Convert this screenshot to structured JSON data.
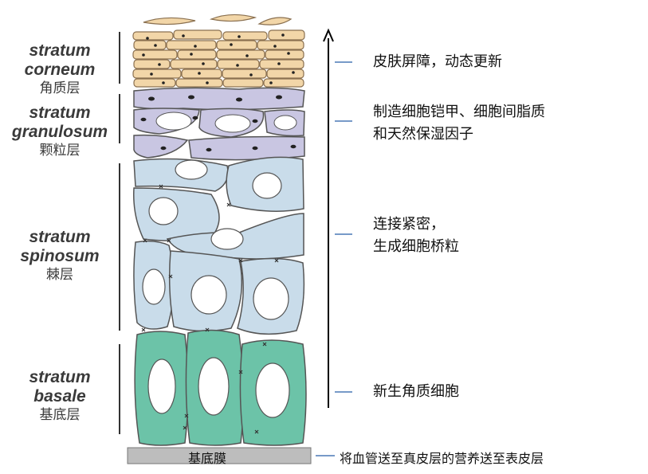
{
  "layers": [
    {
      "latin1": "stratum",
      "latin2": "corneum",
      "cn": "角质层",
      "desc": [
        "皮肤屏障，动态更新"
      ]
    },
    {
      "latin1": "stratum",
      "latin2": "granulosum",
      "cn": "颗粒层",
      "desc": [
        "制造细胞铠甲、细胞间脂质",
        "和天然保湿因子"
      ]
    },
    {
      "latin1": "stratum",
      "latin2": "spinosum",
      "cn": "棘层",
      "desc": [
        "连接紧密，",
        "生成细胞桥粒"
      ]
    },
    {
      "latin1": "stratum",
      "latin2": "basale",
      "cn": "基底层",
      "desc": [
        "新生角质细胞"
      ]
    }
  ],
  "basement_membrane": {
    "label": "基底膜",
    "desc": "将血管送至真皮层的营养送至表皮层"
  },
  "colors": {
    "corneum": "#f2d6a8",
    "granulosum": "#c9c6e2",
    "spinosum": "#c9dcea",
    "basale": "#6cc3a8",
    "membrane": "#bdbdbd",
    "connector": "#4a78b5"
  }
}
